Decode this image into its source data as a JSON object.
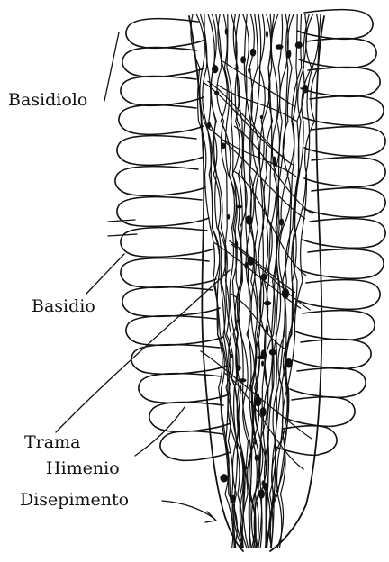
{
  "labels": {
    "basidiolo": "Basidiolo",
    "basidio": "Basidio",
    "trama": "Trama",
    "imenio": "Himenio",
    "disepimento": "Disepimento"
  },
  "colors": {
    "ink": "#111111",
    "background": "#ffffff"
  }
}
